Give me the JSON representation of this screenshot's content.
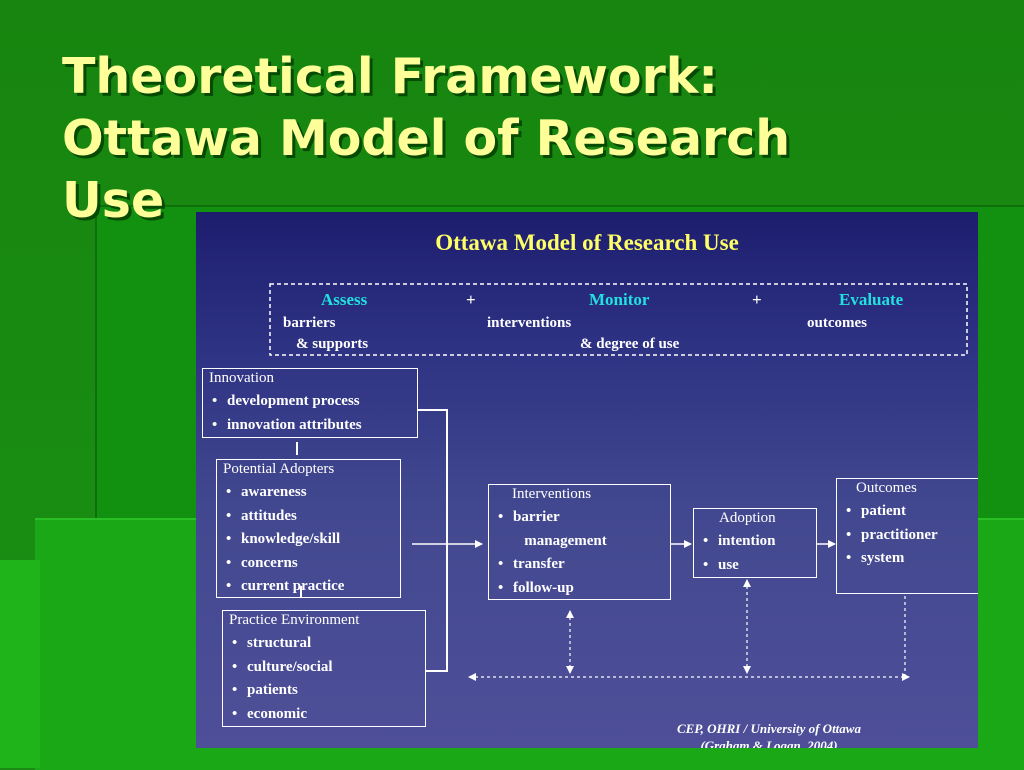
{
  "slide_title": {
    "line1": "Theoretical Framework:",
    "line2": "Ottawa Model of Research",
    "line3": "Use"
  },
  "diagram": {
    "title": "Ottawa Model of Research Use",
    "header": {
      "assess": "Assess",
      "plus1": "+",
      "monitor": "Monitor",
      "plus2": "+",
      "evaluate": "Evaluate",
      "barriers": "barriers",
      "supports": "& supports",
      "interventions": "interventions",
      "degree_of_use": "& degree of use",
      "outcomes": "outcomes"
    },
    "innovation": {
      "heading": "Innovation",
      "items": [
        "development process",
        "innovation attributes"
      ]
    },
    "potential_adopters": {
      "heading": "Potential Adopters",
      "items": [
        "awareness",
        "attitudes",
        "knowledge/skill",
        "concerns",
        "current practice"
      ]
    },
    "practice_environment": {
      "heading": "Practice Environment",
      "items": [
        "structural",
        "culture/social",
        "patients",
        "economic"
      ]
    },
    "interventions": {
      "heading": "Interventions",
      "items": [
        "barrier",
        "management",
        "transfer",
        "follow-up"
      ]
    },
    "adoption": {
      "heading": "Adoption",
      "items": [
        "intention",
        "use"
      ]
    },
    "outcomes": {
      "heading": "Outcomes",
      "items": [
        "patient",
        "practitioner",
        "system"
      ]
    },
    "bullet": "•",
    "credit": {
      "line1": "CEP, OHRI / University of Ottawa",
      "line2": "(Graham & Logan, 2004)"
    }
  }
}
